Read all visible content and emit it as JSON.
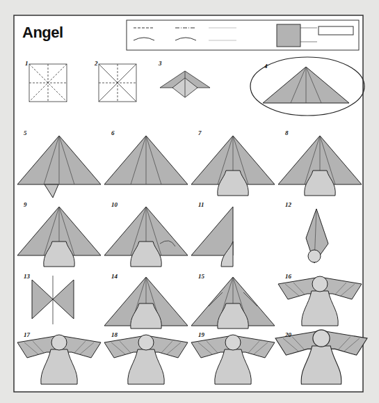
{
  "diagram": {
    "title": "Angel",
    "labels": [
      "1",
      "2",
      "3",
      "4",
      "5",
      "6",
      "7",
      "8",
      "9",
      "10",
      "11",
      "12",
      "13",
      "14",
      "15",
      "16",
      "17",
      "18",
      "19",
      "20"
    ]
  }
}
